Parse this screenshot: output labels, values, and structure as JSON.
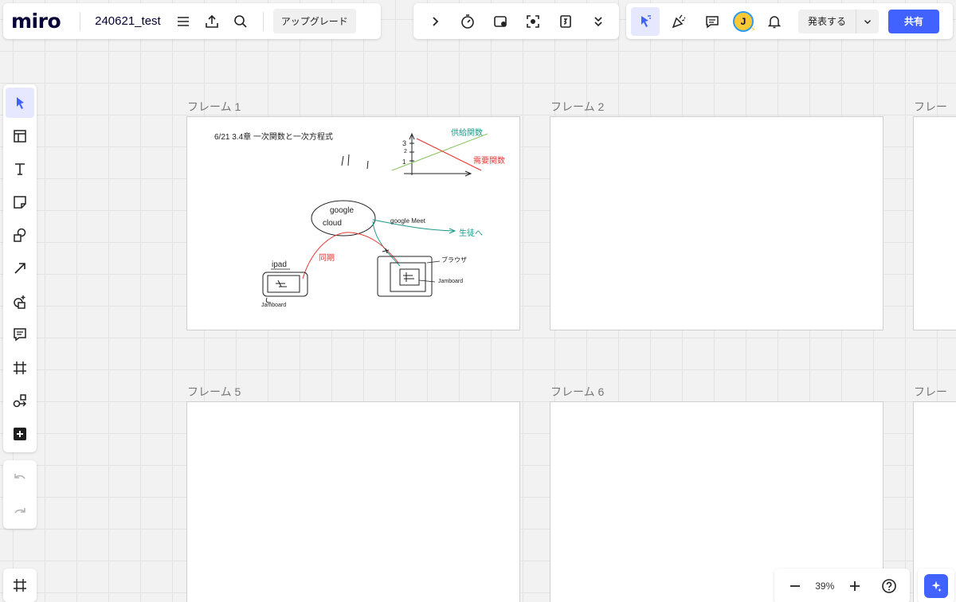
{
  "header": {
    "logo": "miro",
    "board_name": "240621_test",
    "upgrade_label": "アップグレード",
    "avatar_initial": "J",
    "present_label": "発表する",
    "share_label": "共有"
  },
  "zoom": {
    "level": "39%"
  },
  "frames": [
    {
      "label": "フレーム 1"
    },
    {
      "label": "フレーム 2"
    },
    {
      "label": "フレーム"
    },
    {
      "label": "フレーム 5"
    },
    {
      "label": "フレーム 6"
    },
    {
      "label": "フレーム"
    }
  ],
  "sketch": {
    "title_note": "6/21   3.4章  一次関数と一次方程式",
    "marks": "| |   |",
    "y_ticks": [
      "3",
      "2",
      "1"
    ],
    "supply_label": "供給関数",
    "demand_label": "需要関数",
    "cloud_line1": "google",
    "cloud_line2": "cloud",
    "meet_label": "google Meet",
    "live_label": "生徒へ",
    "ipad_label": "ipad",
    "sync_label": "同期",
    "browser_label": "ブラウザ",
    "jamboard_label_right": "Jamboard",
    "jamboard_label_left": "Jamboard"
  },
  "colors": {
    "accent": "#4262ff",
    "supply_line": "#8fc76a",
    "demand_line": "#e53935",
    "meet_arrow": "#1a9a8a"
  }
}
